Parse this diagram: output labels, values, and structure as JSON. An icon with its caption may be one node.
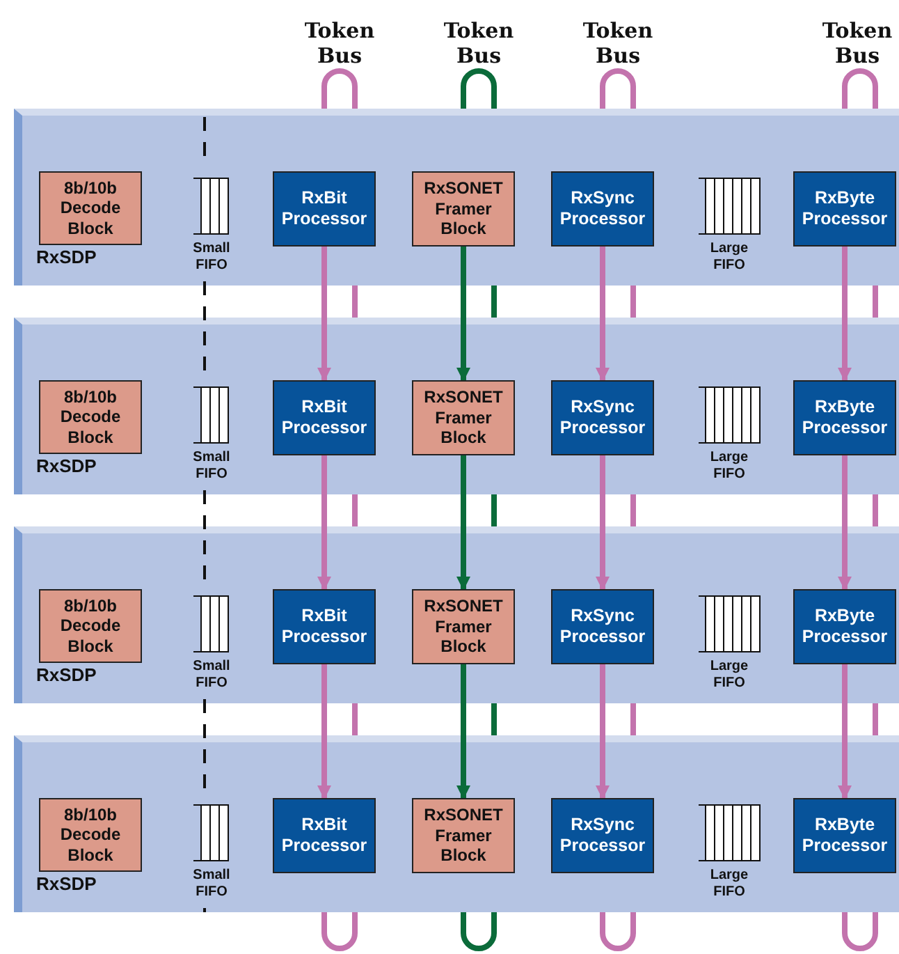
{
  "diagram": {
    "nodes": [
      {
        "text": [
          "RxSDP"
        ]
      },
      {
        "text": [
          "8b/10b Decode Block"
        ],
        "in": 0
      },
      {
        "text": [
          "Small FIFO"
        ],
        "in": 0
      },
      {
        "text": [
          "RxBit Processor"
        ],
        "in": 0
      },
      {
        "text": [
          "RxSONET Framer Block"
        ],
        "in": 0
      },
      {
        "text": [
          "RxSync Processor"
        ],
        "in": 0
      },
      {
        "text": [
          "Large FIFO"
        ],
        "in": 0
      },
      {
        "text": [
          "RxByte Processor"
        ],
        "in": 0
      },
      {
        "text": [
          "RxSDP"
        ]
      },
      {
        "text": [
          "8b/10b Decode Block"
        ],
        "in": 8
      },
      {
        "text": [
          "Small FIFO"
        ],
        "in": 8
      },
      {
        "text": [
          "RxBit Processor"
        ],
        "in": 8
      },
      {
        "text": [
          "RxSONET Framer Block"
        ],
        "in": 8
      },
      {
        "text": [
          "RxSync Processor"
        ],
        "in": 8
      },
      {
        "text": [
          "Large FIFO"
        ],
        "in": 8
      },
      {
        "text": [
          "RxByte Processor"
        ],
        "in": 8
      },
      {
        "text": [
          "RxSDP"
        ]
      },
      {
        "text": [
          "8b/10b Decode Block"
        ],
        "in": 16
      },
      {
        "text": [
          "Small FIFO"
        ],
        "in": 16
      },
      {
        "text": [
          "RxBit Processor"
        ],
        "in": 16
      },
      {
        "text": [
          "RxSONET Framer Block"
        ],
        "in": 16
      },
      {
        "text": [
          "RxSync Processor"
        ],
        "in": 16
      },
      {
        "text": [
          "Large FIFO"
        ],
        "in": 16
      },
      {
        "text": [
          "RxByte Processor"
        ],
        "in": 16
      },
      {
        "text": [
          "RxSDP"
        ]
      },
      {
        "text": [
          "8b/10b Decode Block"
        ],
        "in": 24
      },
      {
        "text": [
          "Small FIFO"
        ],
        "in": 24
      },
      {
        "text": [
          "RxBit Processor"
        ],
        "in": 24
      },
      {
        "text": [
          "RxSONET Framer Block"
        ],
        "in": 24
      },
      {
        "text": [
          "RxSync Processor"
        ],
        "in": 24
      },
      {
        "text": [
          "Large FIFO"
        ],
        "in": 24
      },
      {
        "text": [
          "RxByte Processor"
        ],
        "in": 24
      }
    ],
    "edges": [
      {
        "from": 3,
        "to": 11,
        "arrow": "to"
      },
      {
        "from": 11,
        "to": 19,
        "arrow": "to"
      },
      {
        "from": 19,
        "to": 27,
        "arrow": "to"
      },
      {
        "from": 27,
        "to": 3,
        "arrow": "to"
      },
      {
        "from": 4,
        "to": 12,
        "arrow": "to",
        "color": "#0b6b3a"
      },
      {
        "from": 12,
        "to": 20,
        "arrow": "to",
        "color": "#0b6b3a"
      },
      {
        "from": 20,
        "to": 28,
        "arrow": "to",
        "color": "#0b6b3a"
      },
      {
        "from": 28,
        "to": 4,
        "arrow": "to",
        "color": "#0b6b3a"
      },
      {
        "from": 5,
        "to": 13,
        "arrow": "to"
      },
      {
        "from": 13,
        "to": 21,
        "arrow": "to"
      },
      {
        "from": 21,
        "to": 29,
        "arrow": "to"
      },
      {
        "from": 29,
        "to": 5,
        "arrow": "to"
      },
      {
        "from": 7,
        "to": 15,
        "arrow": "to"
      },
      {
        "from": 15,
        "to": 23,
        "arrow": "to"
      },
      {
        "from": 23,
        "to": 31,
        "arrow": "to"
      },
      {
        "from": 31,
        "to": 7,
        "arrow": "to"
      }
    ],
    "labels": [
      "Token Bus",
      "Token Bus",
      "Token Bus",
      "Token Bus"
    ]
  }
}
